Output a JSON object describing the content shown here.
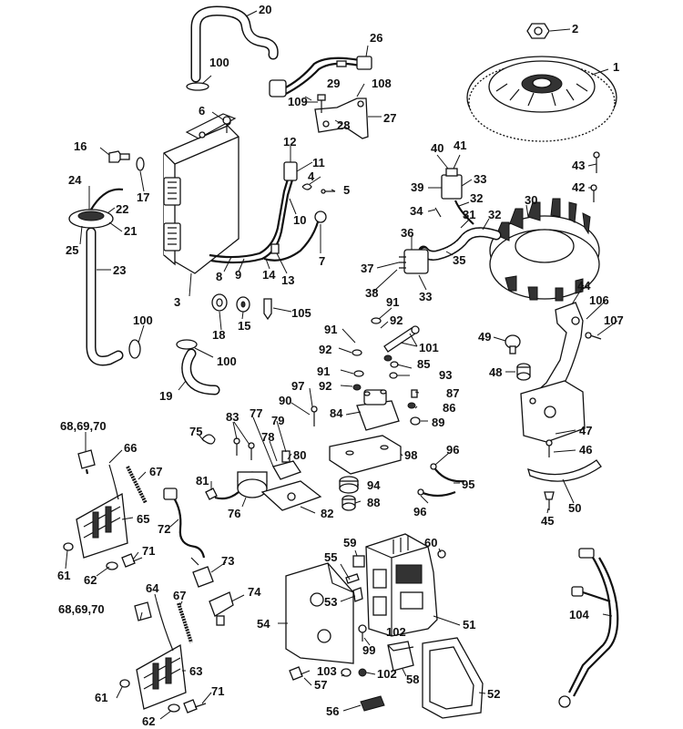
{
  "diagram": {
    "labels": [
      {
        "id": "l1",
        "text": "1"
      },
      {
        "id": "l2",
        "text": "2"
      },
      {
        "id": "l3",
        "text": "3"
      },
      {
        "id": "l4",
        "text": "4"
      },
      {
        "id": "l5",
        "text": "5"
      },
      {
        "id": "l6",
        "text": "6"
      },
      {
        "id": "l7",
        "text": "7"
      },
      {
        "id": "l8",
        "text": "8"
      },
      {
        "id": "l9",
        "text": "9"
      },
      {
        "id": "l10",
        "text": "10"
      },
      {
        "id": "l11",
        "text": "11"
      },
      {
        "id": "l12",
        "text": "12"
      },
      {
        "id": "l13",
        "text": "13"
      },
      {
        "id": "l14",
        "text": "14"
      },
      {
        "id": "l15",
        "text": "15"
      },
      {
        "id": "l16",
        "text": "16"
      },
      {
        "id": "l17",
        "text": "17"
      },
      {
        "id": "l18",
        "text": "18"
      },
      {
        "id": "l19",
        "text": "19"
      },
      {
        "id": "l20",
        "text": "20"
      },
      {
        "id": "l21",
        "text": "21"
      },
      {
        "id": "l22",
        "text": "22"
      },
      {
        "id": "l23",
        "text": "23"
      },
      {
        "id": "l24",
        "text": "24"
      },
      {
        "id": "l25",
        "text": "25"
      },
      {
        "id": "l26",
        "text": "26"
      },
      {
        "id": "l27",
        "text": "27"
      },
      {
        "id": "l28",
        "text": "28"
      },
      {
        "id": "l29",
        "text": "29"
      },
      {
        "id": "l30",
        "text": "30"
      },
      {
        "id": "l31",
        "text": "31"
      },
      {
        "id": "l32a",
        "text": "32"
      },
      {
        "id": "l32b",
        "text": "32"
      },
      {
        "id": "l33a",
        "text": "33"
      },
      {
        "id": "l33b",
        "text": "33"
      },
      {
        "id": "l34",
        "text": "34"
      },
      {
        "id": "l35",
        "text": "35"
      },
      {
        "id": "l36",
        "text": "36"
      },
      {
        "id": "l37",
        "text": "37"
      },
      {
        "id": "l38",
        "text": "38"
      },
      {
        "id": "l39",
        "text": "39"
      },
      {
        "id": "l40",
        "text": "40"
      },
      {
        "id": "l41",
        "text": "41"
      },
      {
        "id": "l42",
        "text": "42"
      },
      {
        "id": "l43",
        "text": "43"
      },
      {
        "id": "l44",
        "text": "44"
      },
      {
        "id": "l45",
        "text": "45"
      },
      {
        "id": "l46",
        "text": "46"
      },
      {
        "id": "l47",
        "text": "47"
      },
      {
        "id": "l48",
        "text": "48"
      },
      {
        "id": "l49",
        "text": "49"
      },
      {
        "id": "l50",
        "text": "50"
      },
      {
        "id": "l51",
        "text": "51"
      },
      {
        "id": "l52",
        "text": "52"
      },
      {
        "id": "l53",
        "text": "53"
      },
      {
        "id": "l54",
        "text": "54"
      },
      {
        "id": "l55",
        "text": "55"
      },
      {
        "id": "l56",
        "text": "56"
      },
      {
        "id": "l57",
        "text": "57"
      },
      {
        "id": "l58",
        "text": "58"
      },
      {
        "id": "l59",
        "text": "59"
      },
      {
        "id": "l60",
        "text": "60"
      },
      {
        "id": "l61a",
        "text": "61"
      },
      {
        "id": "l61b",
        "text": "61"
      },
      {
        "id": "l62a",
        "text": "62"
      },
      {
        "id": "l62b",
        "text": "62"
      },
      {
        "id": "l63",
        "text": "63"
      },
      {
        "id": "l64",
        "text": "64"
      },
      {
        "id": "l65",
        "text": "65"
      },
      {
        "id": "l66",
        "text": "66"
      },
      {
        "id": "l67a",
        "text": "67"
      },
      {
        "id": "l67b",
        "text": "67"
      },
      {
        "id": "l68a",
        "text": "68,69,70"
      },
      {
        "id": "l68b",
        "text": "68,69,70"
      },
      {
        "id": "l71a",
        "text": "71"
      },
      {
        "id": "l71b",
        "text": "71"
      },
      {
        "id": "l72",
        "text": "72"
      },
      {
        "id": "l73",
        "text": "73"
      },
      {
        "id": "l74",
        "text": "74"
      },
      {
        "id": "l75",
        "text": "75"
      },
      {
        "id": "l76",
        "text": "76"
      },
      {
        "id": "l77",
        "text": "77"
      },
      {
        "id": "l78",
        "text": "78"
      },
      {
        "id": "l79",
        "text": "79"
      },
      {
        "id": "l80",
        "text": "80"
      },
      {
        "id": "l81",
        "text": "81"
      },
      {
        "id": "l82",
        "text": "82"
      },
      {
        "id": "l83",
        "text": "83"
      },
      {
        "id": "l84",
        "text": "84"
      },
      {
        "id": "l85",
        "text": "85"
      },
      {
        "id": "l86",
        "text": "86"
      },
      {
        "id": "l87",
        "text": "87"
      },
      {
        "id": "l88",
        "text": "88"
      },
      {
        "id": "l89",
        "text": "89"
      },
      {
        "id": "l90",
        "text": "90"
      },
      {
        "id": "l91a",
        "text": "91"
      },
      {
        "id": "l91b",
        "text": "91"
      },
      {
        "id": "l91c",
        "text": "91"
      },
      {
        "id": "l92a",
        "text": "92"
      },
      {
        "id": "l92b",
        "text": "92"
      },
      {
        "id": "l92c",
        "text": "92"
      },
      {
        "id": "l93",
        "text": "93"
      },
      {
        "id": "l94",
        "text": "94"
      },
      {
        "id": "l95",
        "text": "95"
      },
      {
        "id": "l96a",
        "text": "96"
      },
      {
        "id": "l96b",
        "text": "96"
      },
      {
        "id": "l97",
        "text": "97"
      },
      {
        "id": "l98",
        "text": "98"
      },
      {
        "id": "l99",
        "text": "99"
      },
      {
        "id": "l100a",
        "text": "100"
      },
      {
        "id": "l100b",
        "text": "100"
      },
      {
        "id": "l100c",
        "text": "100"
      },
      {
        "id": "l101",
        "text": "101"
      },
      {
        "id": "l102a",
        "text": "102"
      },
      {
        "id": "l102b",
        "text": "102"
      },
      {
        "id": "l103",
        "text": "103"
      },
      {
        "id": "l104",
        "text": "104"
      },
      {
        "id": "l105",
        "text": "105"
      },
      {
        "id": "l106",
        "text": "106"
      },
      {
        "id": "l107",
        "text": "107"
      },
      {
        "id": "l108",
        "text": "108"
      },
      {
        "id": "l109",
        "text": "109"
      }
    ]
  }
}
